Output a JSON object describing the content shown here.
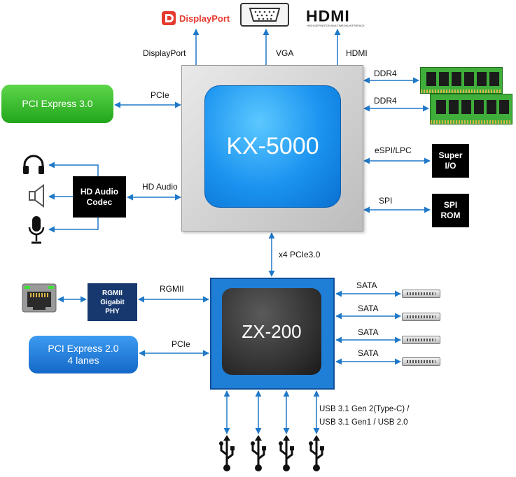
{
  "top_outputs": {
    "displayport_logo": "DisplayPort",
    "hdmi_logo": "HDMI",
    "hdmi_tagline": "HIGH-DEFINITION MULTIMEDIA INTERFACE"
  },
  "labels": {
    "displayport": "DisplayPort",
    "vga": "VGA",
    "hdmi": "HDMI",
    "ddr4_1": "DDR4",
    "ddr4_2": "DDR4",
    "espi": "eSPI/LPC",
    "spi": "SPI",
    "pcie_top": "PCIe",
    "hd_audio": "HD Audio",
    "x4_pcie": "x4 PCIe3.0",
    "rgmii": "RGMII",
    "pcie_bottom": "PCIe",
    "sata": [
      "SATA",
      "SATA",
      "SATA",
      "SATA"
    ],
    "usb_line1": "USB 3.1 Gen 2(Type-C) /",
    "usb_line2": "USB 3.1 Gen1 / USB 2.0"
  },
  "chips": {
    "cpu": "KX-5000",
    "pch": "ZX-200"
  },
  "blocks": {
    "pcie3": "PCI Express 3.0",
    "pcie2_line1": "PCI Express 2.0",
    "pcie2_line2": "4 lanes",
    "codec_line1": "HD Audio",
    "codec_line2": "Codec",
    "superio_line1": "Super",
    "superio_line2": "I/O",
    "spirom_line1": "SPI",
    "spirom_line2": "ROM",
    "phy_line1": "RGMII",
    "phy_line2": "Gigabit",
    "phy_line3": "PHY"
  },
  "icons": [
    "displayport-logo-icon",
    "vga-port-icon",
    "hdmi-logo-icon",
    "headphones-icon",
    "speaker-icon",
    "microphone-icon",
    "ethernet-port-icon",
    "ddr4-memory-module-icon",
    "sata-connector-icon",
    "usb-symbol-icon"
  ],
  "colors": {
    "arrow": "#1f78c8",
    "cpu_chip": "#1a93f0",
    "pch_package": "#1f7fd6",
    "pcie3_block": "#22a61c",
    "pcie2_block": "#1468c8",
    "phy_block": "#16386e"
  }
}
